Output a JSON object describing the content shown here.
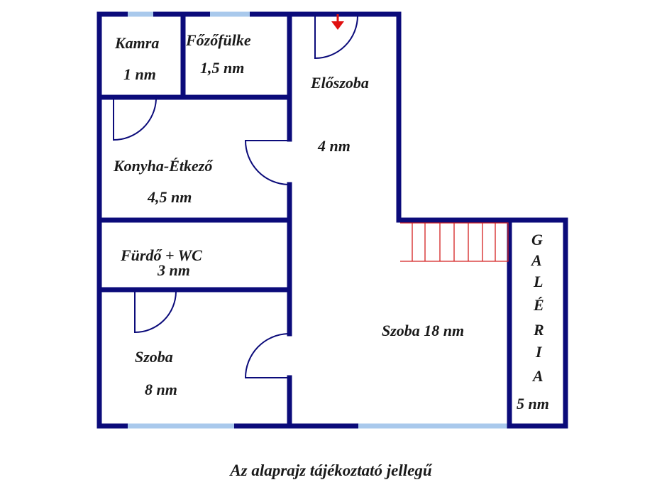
{
  "rooms": {
    "kamra": {
      "name": "Kamra",
      "area": "1 nm"
    },
    "fozofulke": {
      "name": "Főzőfülke",
      "area": "1,5 nm"
    },
    "eloszoba": {
      "name": "Előszoba",
      "area": "4 nm"
    },
    "konyha": {
      "name": "Konyha-Étkező",
      "area": "4,5 nm"
    },
    "furdo": {
      "name": "Fürdő + WC",
      "area": "3 nm"
    },
    "szoba_small": {
      "name": "Szoba",
      "area": "8 nm"
    },
    "szoba_large": {
      "label": "Szoba 18 nm"
    },
    "galeria": {
      "letters": [
        "G",
        "A",
        "L",
        "É",
        "R",
        "I",
        "A"
      ],
      "area": "5 nm"
    }
  },
  "caption": "Az alaprajz tájékoztató jellegű",
  "colors": {
    "wall": "#0b0b7a",
    "window": "#a9c9ec",
    "stairs": "#d42020",
    "entrance_arrow": "#e01010"
  }
}
